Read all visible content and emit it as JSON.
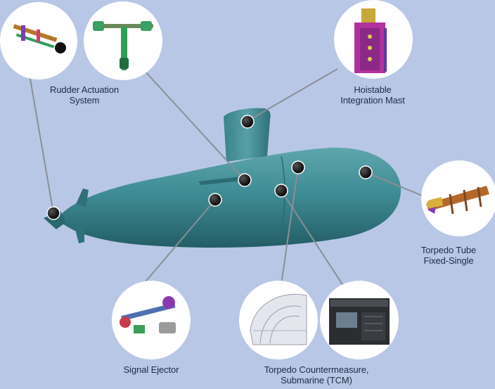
{
  "callouts": [
    {
      "id": "rudder",
      "lines": [
        "Rudder Actuation",
        "System"
      ]
    },
    {
      "id": "mast",
      "lines": [
        "Hoistable",
        "Integration Mast"
      ]
    },
    {
      "id": "torpedo_tube",
      "lines": [
        "Torpedo Tube",
        "Fixed-Single"
      ]
    },
    {
      "id": "signal_ejector",
      "lines": [
        "Signal Ejector"
      ]
    },
    {
      "id": "tcm",
      "lines": [
        "Torpedo Countermeasure,",
        "Submarine (TCM)"
      ]
    }
  ],
  "colors": {
    "background": "#b9c7e6",
    "hull": "#3f8c95",
    "leader_line": "#8a8f96",
    "marker": "#111111",
    "callout_circle": "#ffffff"
  }
}
